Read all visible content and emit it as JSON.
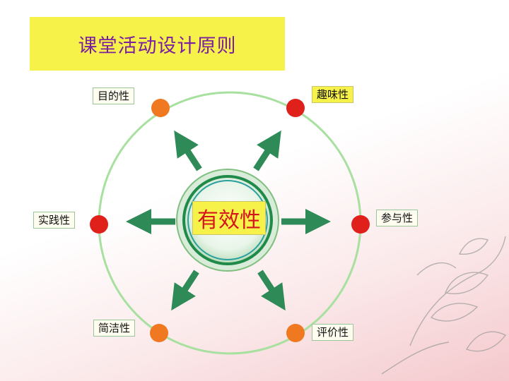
{
  "title": "课堂活动设计原则",
  "center": "有效性",
  "nodes": {
    "top_left": "目的性",
    "top_right": "趣味性",
    "left": "实践性",
    "right": "参与性",
    "bottom_left": "简洁性",
    "bottom_right": "评价性"
  },
  "colors": {
    "title_bg": "#f7f24a",
    "title_text": "#7a1fa0",
    "center_text": "#d4161c",
    "arrow": "#2e8b57",
    "ring": "#8fd98a",
    "dot_orange": "#f07820",
    "dot_red": "#e0201a"
  }
}
